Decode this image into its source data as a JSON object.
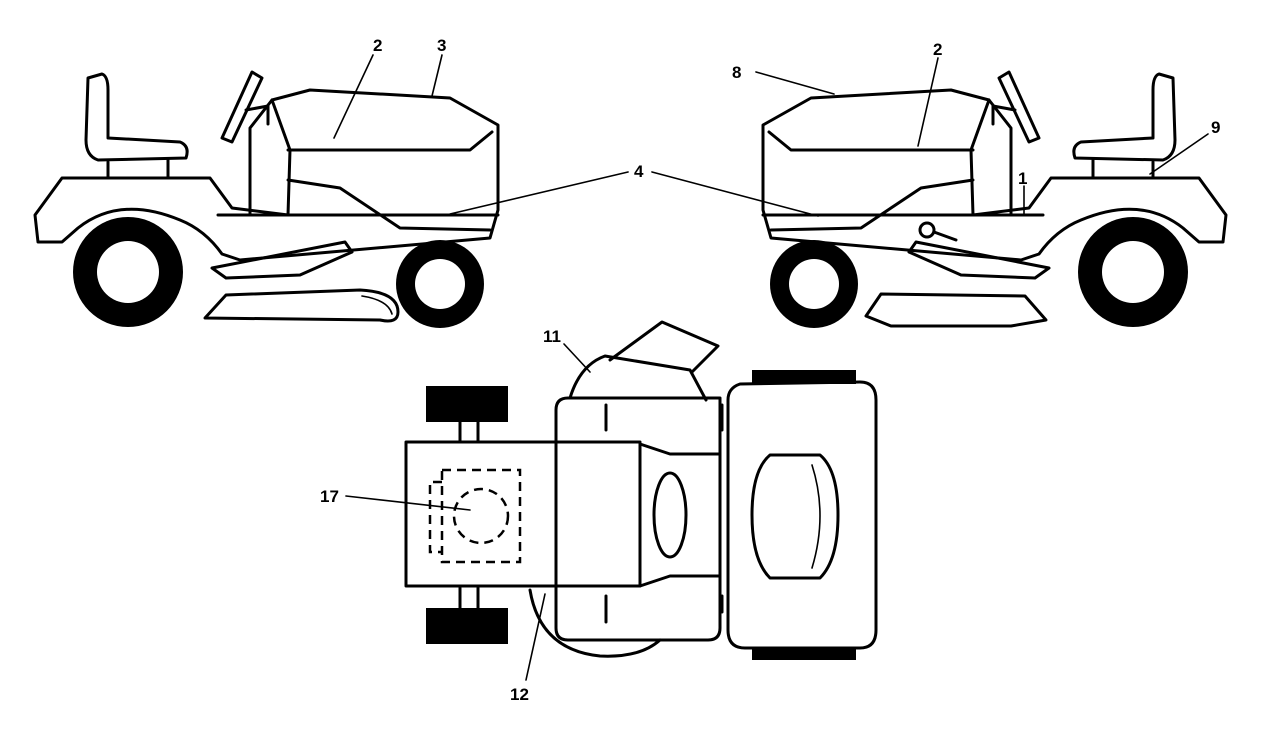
{
  "callouts": {
    "left_2": "2",
    "left_3": "3",
    "center_4": "4",
    "right_8": "8",
    "right_2": "2",
    "right_9": "9",
    "right_1": "1",
    "top_11": "11",
    "top_17": "17",
    "top_12": "12"
  },
  "colors": {
    "line": "#000000",
    "background": "#ffffff"
  }
}
